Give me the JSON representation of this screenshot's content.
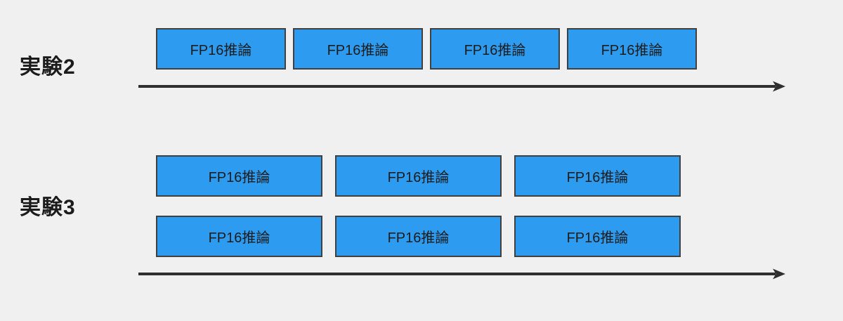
{
  "colors": {
    "background": "#F0F0F0",
    "box_fill": "#2D9BF0",
    "box_border": "#404040",
    "text": "#1C1C1C",
    "arrow": "#2F2F2F"
  },
  "lanes": [
    {
      "id": "exp2",
      "label": "実験2",
      "arrow_icon": "arrow-right",
      "rows": [
        [
          "FP16推論",
          "FP16推論",
          "FP16推論",
          "FP16推論"
        ]
      ]
    },
    {
      "id": "exp3",
      "label": "実験3",
      "arrow_icon": "arrow-right",
      "rows": [
        [
          "FP16推論",
          "FP16推論",
          "FP16推論"
        ],
        [
          "FP16推論",
          "FP16推論",
          "FP16推論"
        ]
      ]
    }
  ]
}
